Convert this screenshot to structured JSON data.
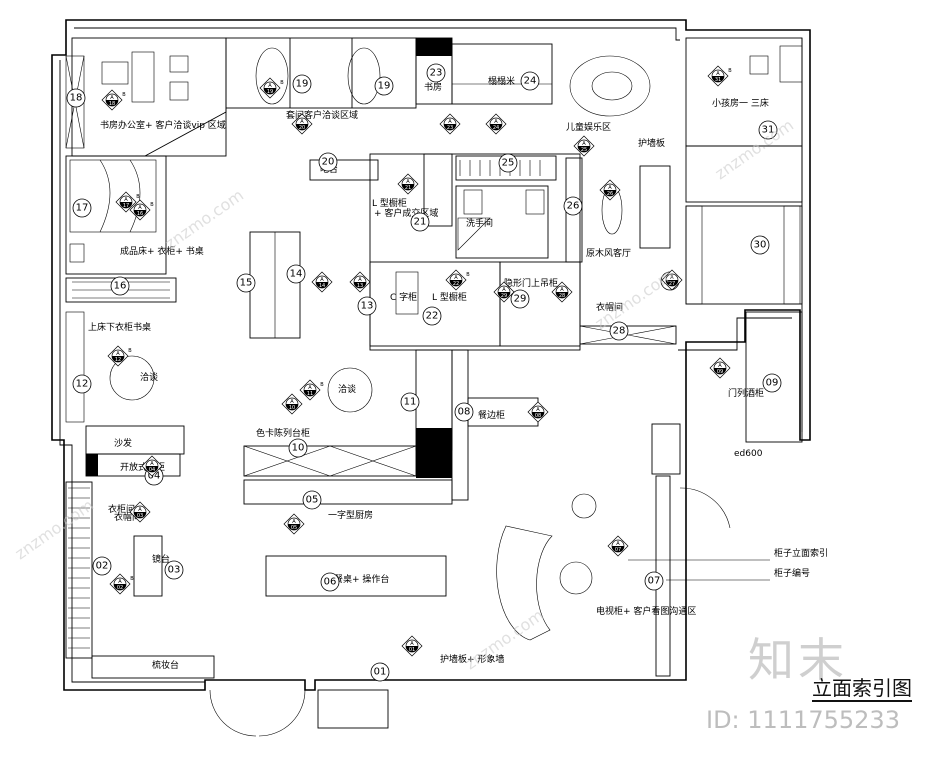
{
  "title": "立面索引图",
  "logo_text": "知末",
  "id_label": "ID: 1111755233",
  "watermark": "znzmo.com",
  "legend": {
    "elev_index": "柜子立面索引",
    "cab_number": "柜子编号"
  },
  "rooms": [
    {
      "key": "office",
      "text": "书房办公室+ 客户洽谈vip 区域"
    },
    {
      "key": "vip_negotiation",
      "text": "套间客户洽谈区域"
    },
    {
      "key": "study",
      "text": "书房"
    },
    {
      "key": "tatami",
      "text": "榻榻米"
    },
    {
      "key": "kids",
      "text": "儿童娱乐区"
    },
    {
      "key": "guard_wall",
      "text": "护墙板"
    },
    {
      "key": "kids_room",
      "text": "小孩房一 三床"
    },
    {
      "key": "bedroom",
      "text": "成品床+ 衣柜+ 书桌"
    },
    {
      "key": "bar",
      "text": "吧台"
    },
    {
      "key": "l_cab",
      "text": "L 型橱柜"
    },
    {
      "key": "l_cab_area",
      "text": "+ 客户成交区域"
    },
    {
      "key": "wash",
      "text": "洗手间"
    },
    {
      "key": "log_living",
      "text": "原木风客厅"
    },
    {
      "key": "c_cab",
      "text": "C 字柜"
    },
    {
      "key": "cloak",
      "text": "衣帽间"
    },
    {
      "key": "bunk",
      "text": "上床下衣柜书桌"
    },
    {
      "key": "wine",
      "text": "门列酒柜"
    },
    {
      "key": "l_cab_b",
      "text": "L 型橱柜"
    },
    {
      "key": "hide_door",
      "text": "隐形门上吊柜"
    },
    {
      "key": "negotiation_a",
      "text": "洽谈"
    },
    {
      "key": "negotiation_b",
      "text": "洽谈"
    },
    {
      "key": "sideboard",
      "text": "餐边柜"
    },
    {
      "key": "sofa",
      "text": "沙发"
    },
    {
      "key": "open_shoe",
      "text": "开放式鞋柜"
    },
    {
      "key": "dining_counter",
      "text": "色卡陈列台柜"
    },
    {
      "key": "closet_room",
      "text": "衣帽间"
    },
    {
      "key": "mirror",
      "text": "镜台"
    },
    {
      "key": "kitchen",
      "text": "一字型厨房"
    },
    {
      "key": "table_island",
      "text": "餐桌+ 操作台"
    },
    {
      "key": "tv_cab",
      "text": "电视柜+ 客户看图沟通区"
    },
    {
      "key": "dressing",
      "text": "梳妆台"
    },
    {
      "key": "wall_front",
      "text": "护墙板+ 形象墙"
    },
    {
      "key": "wardrobe",
      "text": "衣柜间"
    }
  ],
  "numbers": [
    "01",
    "02",
    "03",
    "04",
    "05",
    "06",
    "07",
    "08",
    "09",
    "10",
    "11",
    "12",
    "13",
    "14",
    "15",
    "16",
    "17",
    "18",
    "19",
    "19",
    "20",
    "21",
    "22",
    "23",
    "24",
    "25",
    "26",
    "27",
    "28",
    "29",
    "30",
    "31"
  ],
  "markers": [
    {
      "top": "A",
      "bottom": "18",
      "side": "B"
    },
    {
      "top": "A",
      "bottom": "16",
      "side": "B"
    },
    {
      "top": "A",
      "bottom": "19",
      "side": "B"
    },
    {
      "top": "A",
      "bottom": "20",
      "side": ""
    },
    {
      "top": "A",
      "bottom": "23",
      "side": ""
    },
    {
      "top": "A",
      "bottom": "24",
      "side": ""
    },
    {
      "top": "A",
      "bottom": "25",
      "side": ""
    },
    {
      "top": "A",
      "bottom": "31",
      "side": "B"
    },
    {
      "top": "A",
      "bottom": "17",
      "side": "B"
    },
    {
      "top": "A",
      "bottom": "21",
      "side": ""
    },
    {
      "top": "A",
      "bottom": "26",
      "side": ""
    },
    {
      "top": "A",
      "bottom": "14",
      "side": ""
    },
    {
      "top": "A",
      "bottom": "13",
      "side": ""
    },
    {
      "top": "A",
      "bottom": "22",
      "side": "B"
    },
    {
      "top": "A",
      "bottom": "29",
      "side": ""
    },
    {
      "top": "A",
      "bottom": "27",
      "side": ""
    },
    {
      "top": "A",
      "bottom": "28",
      "side": ""
    },
    {
      "top": "A",
      "bottom": "12",
      "side": "B"
    },
    {
      "top": "A",
      "bottom": "11",
      "side": "B"
    },
    {
      "top": "A",
      "bottom": "10",
      "side": ""
    },
    {
      "top": "A",
      "bottom": "09",
      "side": ""
    },
    {
      "top": "A",
      "bottom": "08",
      "side": ""
    },
    {
      "top": "A",
      "bottom": "05",
      "side": ""
    },
    {
      "top": "A",
      "bottom": "04",
      "side": ""
    },
    {
      "top": "A",
      "bottom": "03",
      "side": ""
    },
    {
      "top": "A",
      "bottom": "02",
      "side": "B"
    },
    {
      "top": "A",
      "bottom": "07",
      "side": ""
    },
    {
      "top": "A",
      "bottom": "01",
      "side": ""
    }
  ],
  "dimension": "ed600"
}
